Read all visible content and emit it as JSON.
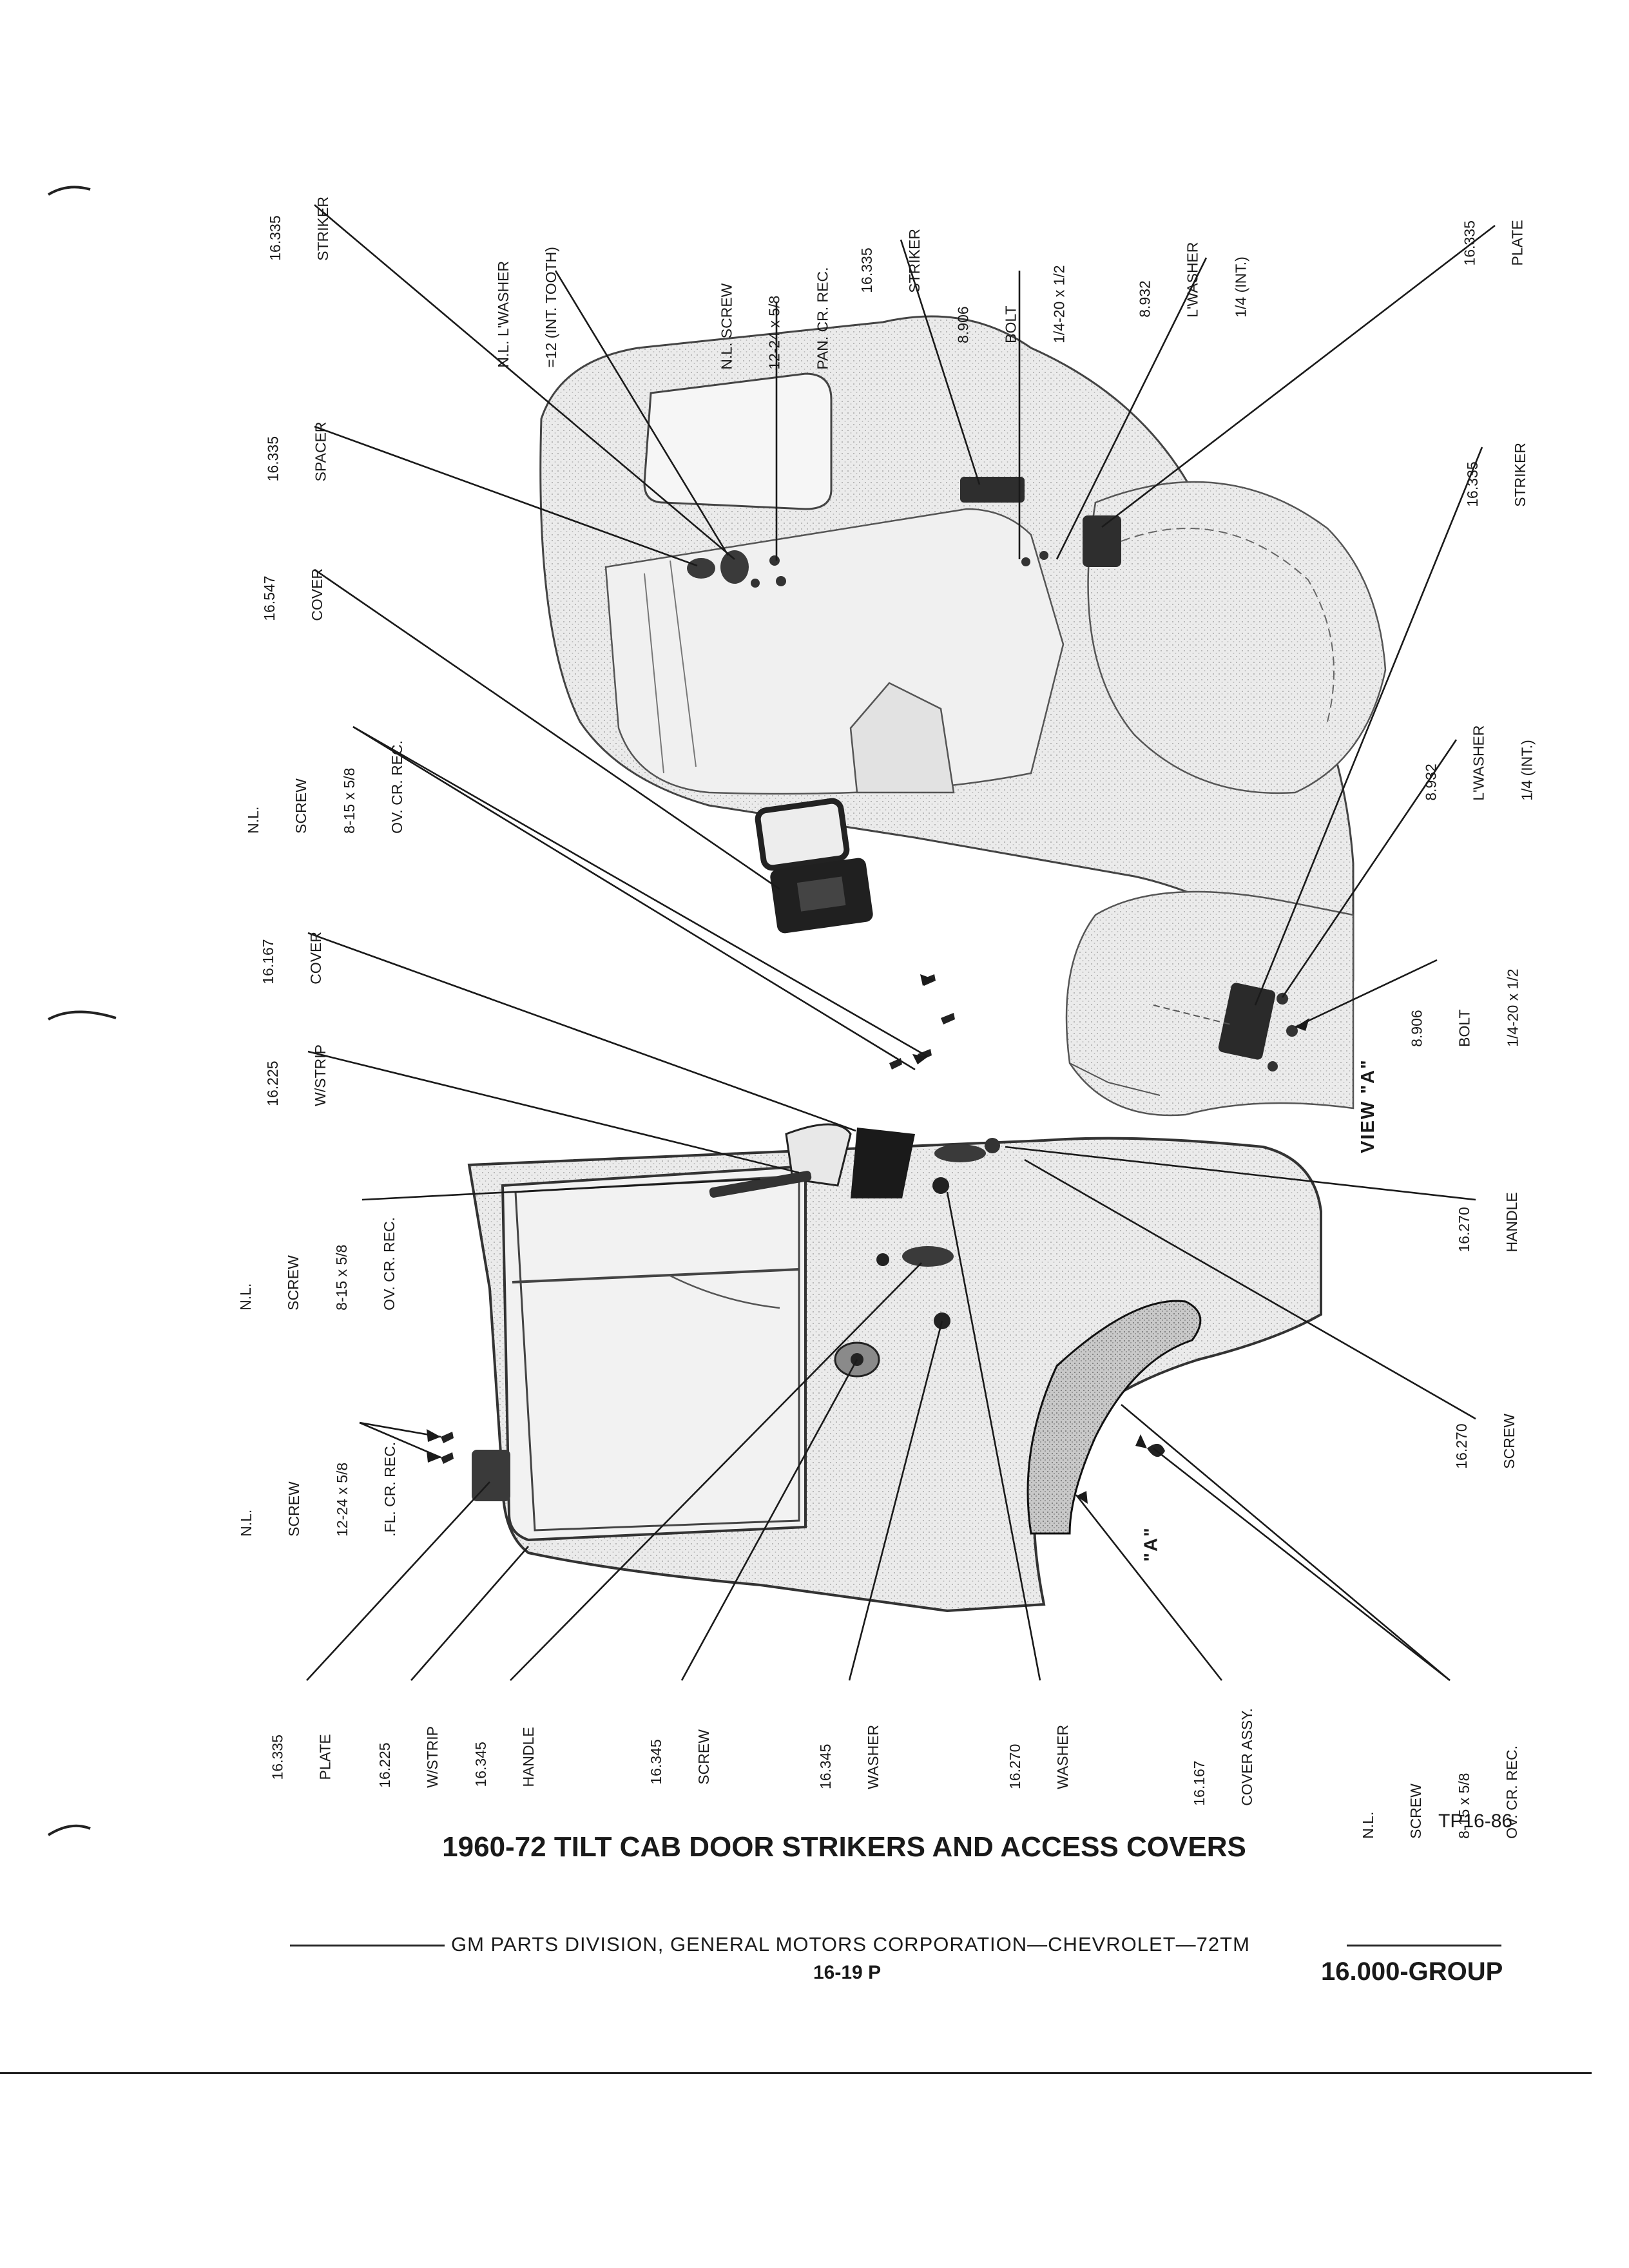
{
  "figure": {
    "title": "1960-72 TILT CAB DOOR STRIKERS AND ACCESS COVERS",
    "plate_code": "TP16-86"
  },
  "view_labels": {
    "view_a": "VIEW \"A\"",
    "marker_a": "\"A\""
  },
  "parts": [
    {
      "id": "p01",
      "lines": [
        "16.335",
        "STRIKER"
      ]
    },
    {
      "id": "p02",
      "lines": [
        "N.L. L'WASHER",
        "=12 (INT. TOOTH)"
      ]
    },
    {
      "id": "p03",
      "lines": [
        "N.L. SCREW",
        "12-24 x 5/8",
        "PAN. CR. REC."
      ]
    },
    {
      "id": "p04",
      "lines": [
        "16.335",
        "STRIKER"
      ]
    },
    {
      "id": "p05",
      "lines": [
        "8.906",
        "BOLT",
        "1/4-20 x 1/2"
      ]
    },
    {
      "id": "p06",
      "lines": [
        "8.932",
        "L'WASHER",
        "1/4 (INT.)"
      ]
    },
    {
      "id": "p07",
      "lines": [
        "16.335",
        "PLATE"
      ]
    },
    {
      "id": "p08",
      "lines": [
        "16.335",
        "SPACER"
      ]
    },
    {
      "id": "p09",
      "lines": [
        "16.547",
        "COVER"
      ]
    },
    {
      "id": "p10",
      "lines": [
        "N.L.",
        "SCREW",
        "8-15 x 5/8",
        "OV. CR. REC."
      ]
    },
    {
      "id": "p11",
      "lines": [
        "16.335",
        "STRIKER"
      ]
    },
    {
      "id": "p12",
      "lines": [
        "8.932",
        "L'WASHER",
        "1/4 (INT.)"
      ]
    },
    {
      "id": "p13",
      "lines": [
        "16.167",
        "COVER"
      ]
    },
    {
      "id": "p14",
      "lines": [
        "16.225",
        "W/STRIP"
      ]
    },
    {
      "id": "p15",
      "lines": [
        "8.906",
        "BOLT",
        "1/4-20 x 1/2"
      ]
    },
    {
      "id": "p16",
      "lines": [
        "N.L.",
        "SCREW",
        "8-15 x 5/8",
        "OV. CR. REC."
      ]
    },
    {
      "id": "p17",
      "lines": [
        "16.270",
        "HANDLE"
      ]
    },
    {
      "id": "p18",
      "lines": [
        "16.270",
        "SCREW"
      ]
    },
    {
      "id": "p19",
      "lines": [
        "N.L.",
        "SCREW",
        "12-24 x 5/8",
        ".FL. CR. REC."
      ]
    },
    {
      "id": "p20",
      "lines": [
        "16.335",
        "PLATE"
      ]
    },
    {
      "id": "p21",
      "lines": [
        "16.225",
        "W/STRIP"
      ]
    },
    {
      "id": "p22",
      "lines": [
        "16.345",
        "HANDLE"
      ]
    },
    {
      "id": "p23",
      "lines": [
        "16.345",
        "SCREW"
      ]
    },
    {
      "id": "p24",
      "lines": [
        "16.345",
        "WASHER"
      ]
    },
    {
      "id": "p25",
      "lines": [
        "16.270",
        "WASHER"
      ]
    },
    {
      "id": "p26",
      "lines": [
        "16.167",
        "COVER ASSY."
      ]
    },
    {
      "id": "p27",
      "lines": [
        "N.L.",
        "SCREW",
        "8-15 x 5/8",
        "OV. CR. REC."
      ]
    }
  ],
  "footer": {
    "publisher": "GM PARTS DIVISION, GENERAL MOTORS CORPORATION—CHEVROLET—72TM",
    "page_number": "16-19 P",
    "group": "16.000-GROUP"
  }
}
